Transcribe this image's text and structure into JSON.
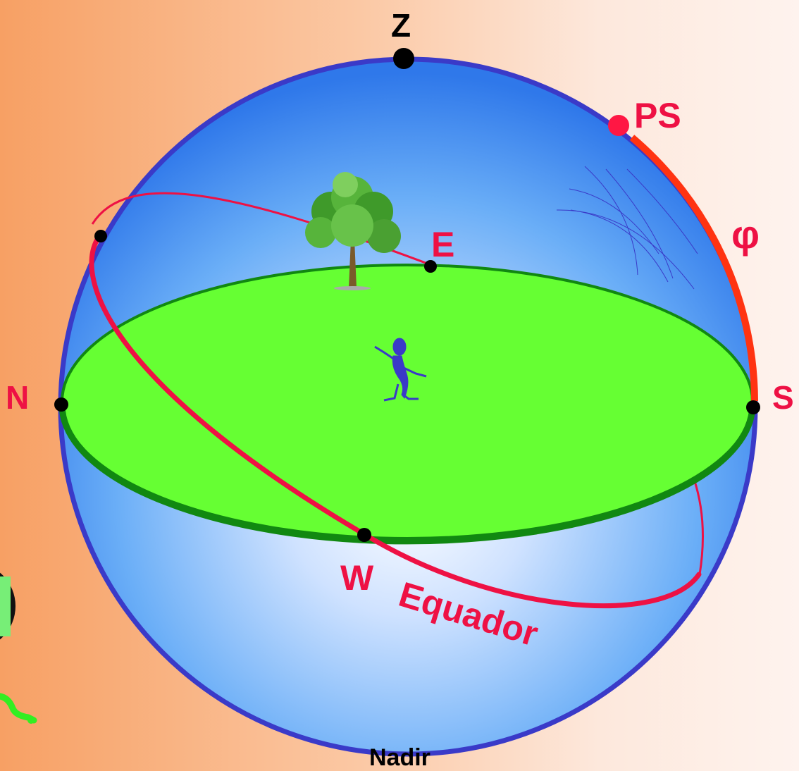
{
  "labels": {
    "zenith": "Z",
    "nadir": "Nadir",
    "north": "N",
    "south": "S",
    "east": "E",
    "west": "W",
    "south_pole": "PS",
    "latitude": "φ",
    "equator": "Equador"
  },
  "colors": {
    "sphere_outline": "#3a3ac8",
    "horizon_plane": "#66ff33",
    "horizon_edge": "#118811",
    "equator": "#ee1144",
    "latitude_arc": "#ff3311",
    "text_red": "#ee1144",
    "text_black": "#000000"
  },
  "icons": [
    "tree-icon",
    "observer-figure-icon",
    "alien-figure-icon"
  ]
}
